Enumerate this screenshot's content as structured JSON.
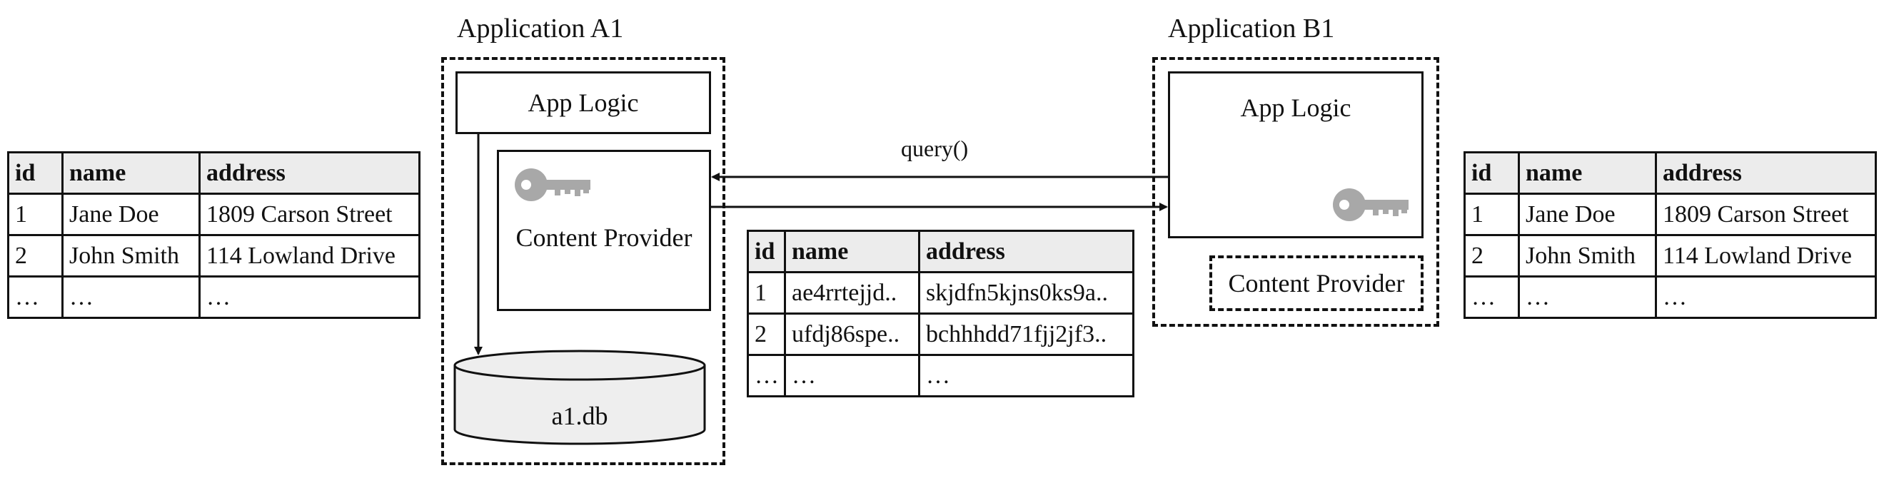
{
  "app_a": {
    "title": "Application A1",
    "app_logic_label": "App Logic",
    "content_provider_label": "Content Provider",
    "database_label": "a1.db"
  },
  "app_b": {
    "title": "Application B1",
    "app_logic_label": "App Logic",
    "content_provider_label": "Content Provider"
  },
  "query_label": "query()",
  "left_table": {
    "headers": [
      "id",
      "name",
      "address"
    ],
    "rows": [
      [
        "1",
        "Jane Doe",
        "1809 Carson Street"
      ],
      [
        "2",
        "John Smith",
        "114 Lowland Drive"
      ],
      [
        "…",
        "…",
        "…"
      ]
    ]
  },
  "middle_table": {
    "headers": [
      "id",
      "name",
      "address"
    ],
    "rows": [
      [
        "1",
        "ae4rrtejjd..",
        "skjdfn5kjns0ks9a.."
      ],
      [
        "2",
        "ufdj86spe..",
        "bchhhdd71fjj2jf3.."
      ],
      [
        "…",
        "…",
        "…"
      ]
    ]
  },
  "right_table": {
    "headers": [
      "id",
      "name",
      "address"
    ],
    "rows": [
      [
        "1",
        "Jane Doe",
        "1809 Carson Street"
      ],
      [
        "2",
        "John Smith",
        "114 Lowland Drive"
      ],
      [
        "…",
        "…",
        "…"
      ]
    ]
  },
  "colors": {
    "key_icon": "#a8a8a8",
    "db_fill": "#eeeeee",
    "header_fill": "#ececec"
  },
  "icons": {
    "key": "key-icon",
    "database": "database-icon"
  }
}
